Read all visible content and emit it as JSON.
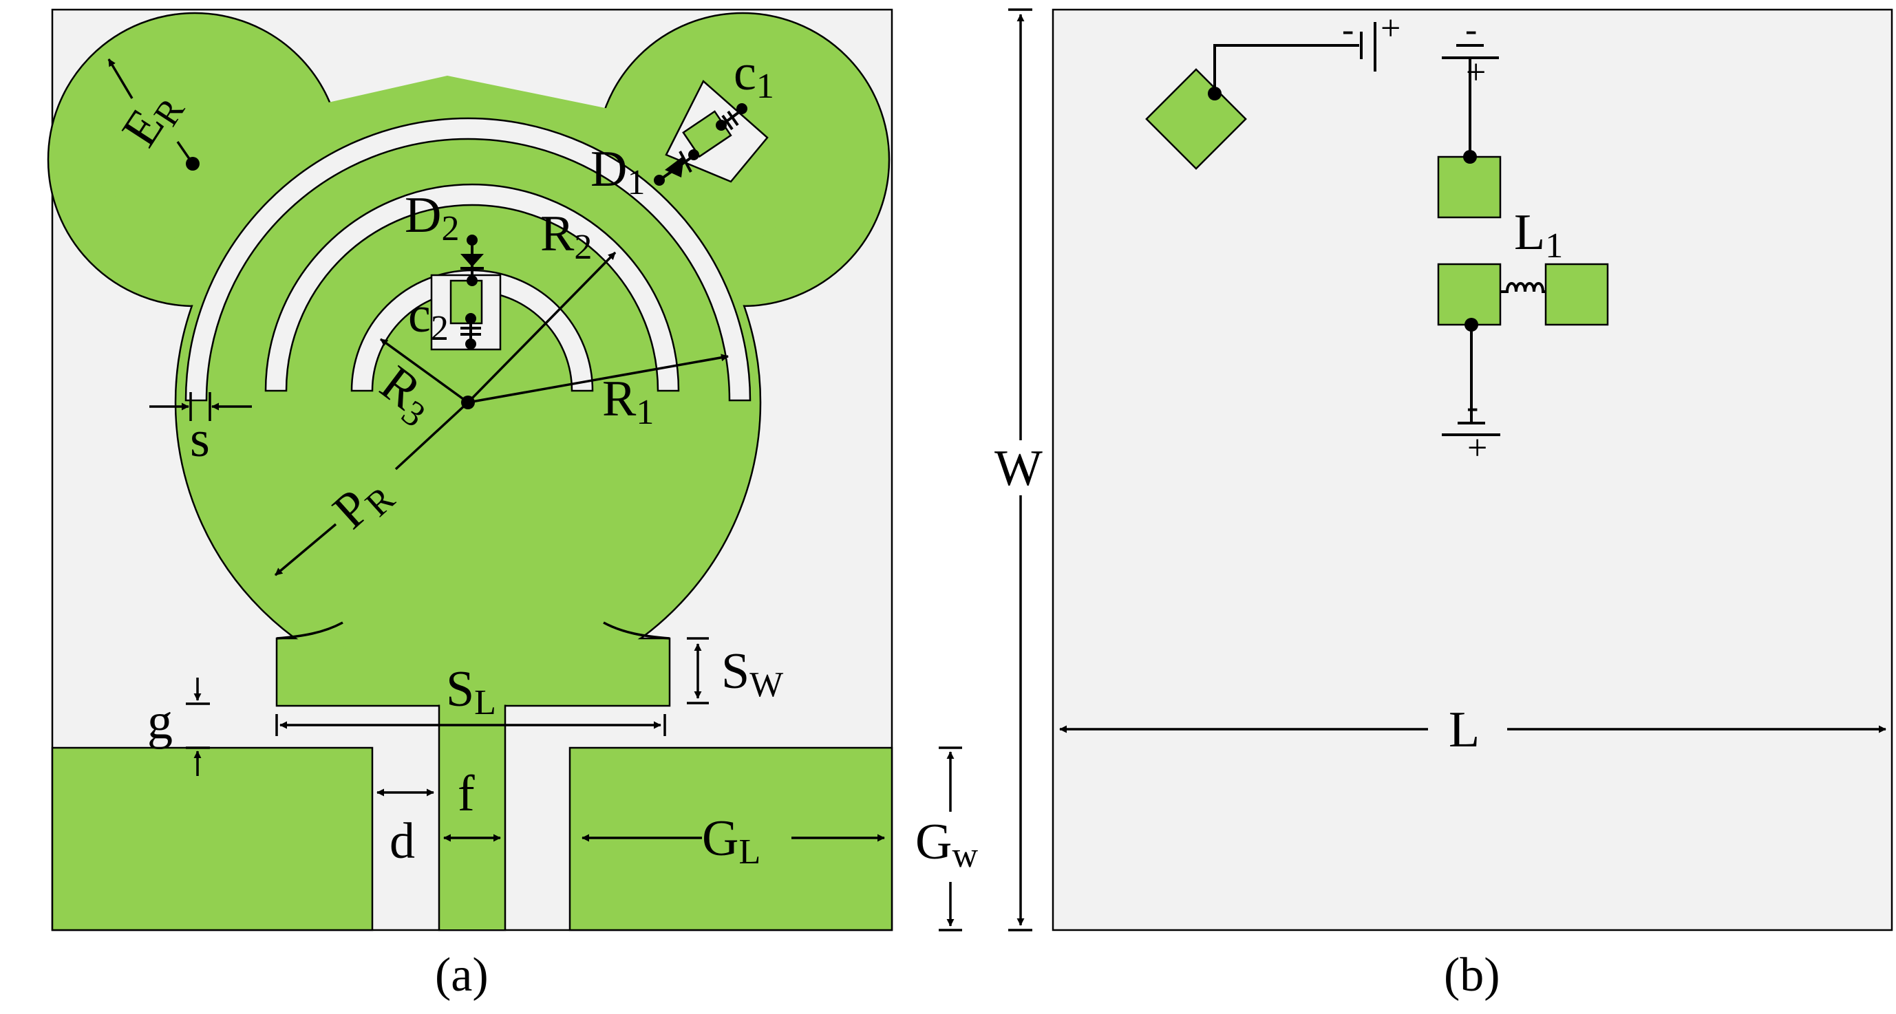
{
  "colors": {
    "substrate": "#f2f2f2",
    "copper": "#92d050",
    "outline": "#000000"
  },
  "panel_a": {
    "caption": "(a)",
    "labels": {
      "ER": {
        "main": "E",
        "sub": "R"
      },
      "c1": {
        "main": "c",
        "sub": "1"
      },
      "D1": {
        "main": "D",
        "sub": "1"
      },
      "D2": {
        "main": "D",
        "sub": "2"
      },
      "c2": {
        "main": "c",
        "sub": "2"
      },
      "R1": {
        "main": "R",
        "sub": "1"
      },
      "R2": {
        "main": "R",
        "sub": "2"
      },
      "R3": {
        "main": "R",
        "sub": "3"
      },
      "PR": {
        "main": "P",
        "sub": "R"
      },
      "s": "s",
      "SW": {
        "main": "S",
        "sub": "W"
      },
      "SL": {
        "main": "S",
        "sub": "L"
      },
      "g": "g",
      "d": "d",
      "f": "f",
      "GL": {
        "main": "G",
        "sub": "L"
      },
      "Gw": {
        "main": "G",
        "sub": "w"
      }
    }
  },
  "panel_b": {
    "caption": "(b)",
    "labels": {
      "W": "W",
      "L": "L",
      "L1": {
        "main": "L",
        "sub": "1"
      },
      "minus": "-",
      "plus": "+"
    }
  }
}
